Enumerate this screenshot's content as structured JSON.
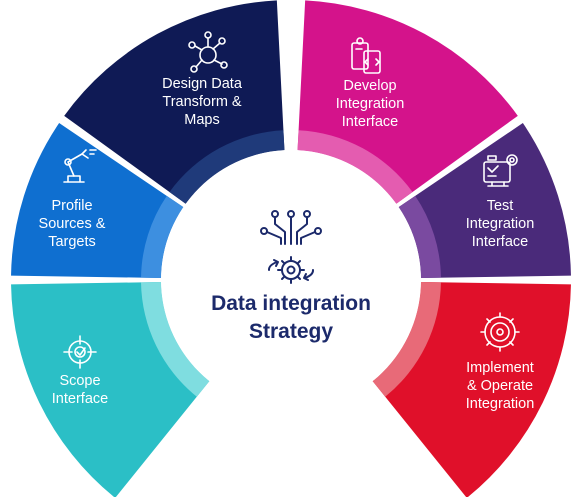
{
  "center": {
    "title_line1": "Data integration",
    "title_line2": "Strategy",
    "icon": "data-flow-gear-icon"
  },
  "segments": [
    {
      "id": "scope",
      "label_lines": [
        "Scope",
        "Interface"
      ],
      "color": "#2bbfc6",
      "inner_color": "#7fdde0",
      "icon": "target-icon"
    },
    {
      "id": "profile",
      "label_lines": [
        "Profile",
        "Sources &",
        "Targets"
      ],
      "color": "#0f6fd0",
      "inner_color": "#3d8fe0",
      "icon": "robot-arm-icon"
    },
    {
      "id": "design",
      "label_lines": [
        "Design Data",
        "Transform &",
        "Maps"
      ],
      "color": "#0f1a55",
      "inner_color": "#1f3a7a",
      "icon": "network-nodes-icon"
    },
    {
      "id": "develop",
      "label_lines": [
        "Develop",
        "Integration",
        "Interface"
      ],
      "color": "#d4138b",
      "inner_color": "#e45cb0",
      "icon": "code-device-icon"
    },
    {
      "id": "test",
      "label_lines": [
        "Test",
        "Integration",
        "Interface"
      ],
      "color": "#4a2a7a",
      "inner_color": "#7a4aa0",
      "icon": "test-monitor-icon"
    },
    {
      "id": "implement",
      "label_lines": [
        "Implement",
        "& Operate",
        "Integration"
      ],
      "color": "#e0102a",
      "inner_color": "#e86a78",
      "icon": "gear-target-icon"
    }
  ]
}
